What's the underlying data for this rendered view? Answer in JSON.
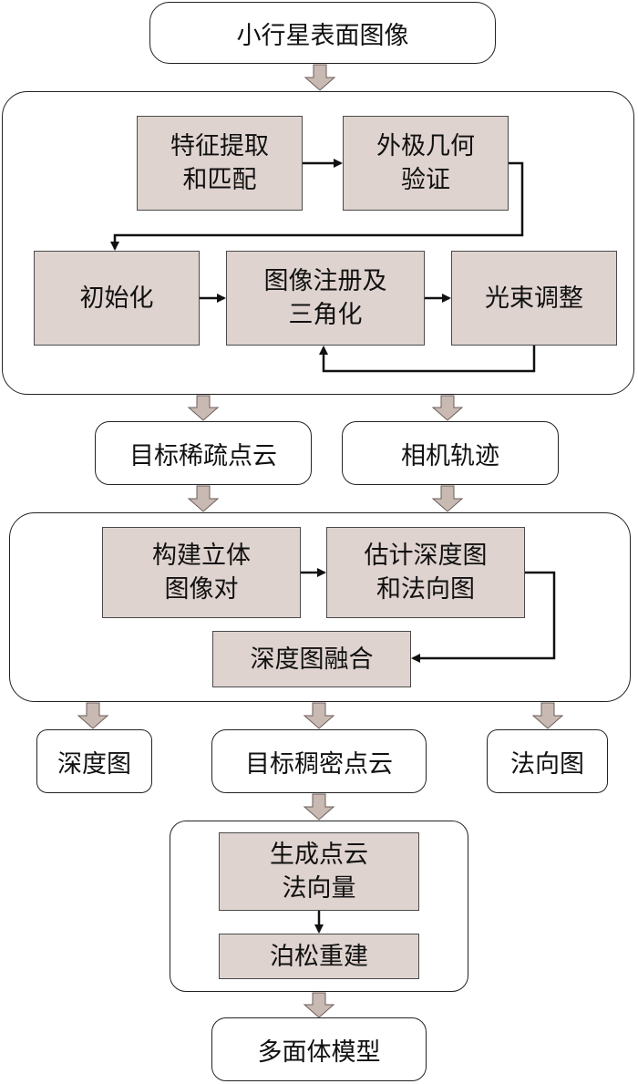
{
  "nodes": {
    "asteroid_images": "小行星表面图像",
    "feature_extract": "特征提取\n和匹配",
    "epipolar_verify": "外极几何\n验证",
    "initialize": "初始化",
    "register_triangulate": "图像注册及\n三角化",
    "bundle_adjust": "光束调整",
    "sparse_cloud": "目标稀疏点云",
    "camera_traj": "相机轨迹",
    "stereo_pairs": "构建立体\n图像对",
    "estimate_maps": "估计深度图\n和法向图",
    "depth_fusion": "深度图融合",
    "depth_map": "深度图",
    "dense_cloud": "目标稠密点云",
    "normal_map": "法向图",
    "gen_normals": "生成点云\n法向量",
    "poisson": "泊松重建",
    "polyhedron": "多面体模型"
  },
  "colors": {
    "process_fill": "#dfd3cf",
    "flow_arrow_fill": "#c9b9b3",
    "line": "#111111"
  }
}
